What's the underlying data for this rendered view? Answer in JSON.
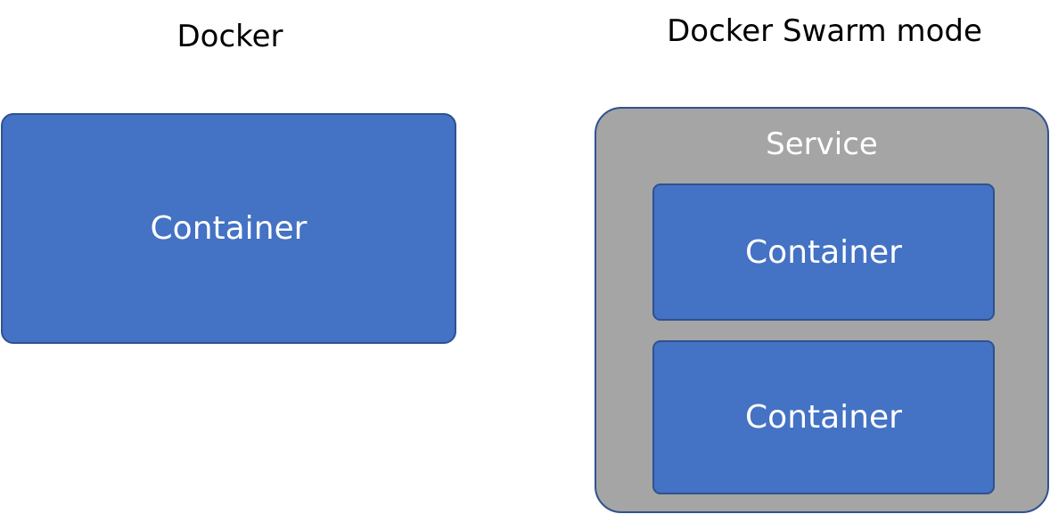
{
  "titles": {
    "docker": "Docker",
    "swarm": "Docker Swarm mode"
  },
  "docker": {
    "container_label": "Container"
  },
  "swarm": {
    "service_label": "Service",
    "containers": [
      {
        "label": "Container"
      },
      {
        "label": "Container"
      }
    ]
  },
  "colors": {
    "container_fill": "#4472C4",
    "container_border": "#2F528F",
    "service_fill": "#A5A5A5",
    "text_on_fill": "#FFFFFF",
    "title_text": "#000000"
  }
}
